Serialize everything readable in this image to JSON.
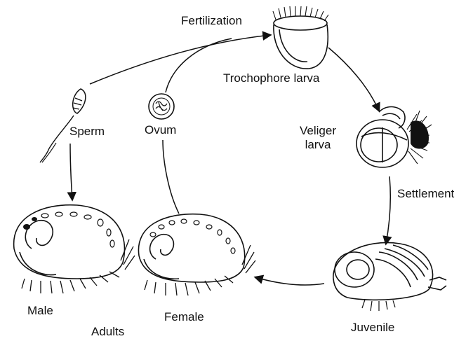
{
  "labels": {
    "fertilization": "Fertilization",
    "trochophore": "Trochophore larva",
    "veliger_line1": "Veliger",
    "veliger_line2": "larva",
    "settlement": "Settlement",
    "sperm": "Sperm",
    "ovum": "Ovum",
    "male": "Male",
    "adults": "Adults",
    "female": "Female",
    "juvenile": "Juvenile"
  },
  "colors": {
    "ink": "#111111",
    "background": "#ffffff"
  }
}
